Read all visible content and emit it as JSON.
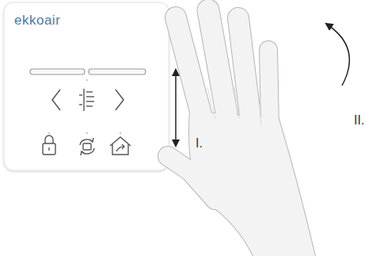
{
  "diagram": {
    "nodes": [
      {
        "text": [
          "ekkoair"
        ]
      }
    ],
    "labels": [
      "I.",
      "II."
    ]
  }
}
